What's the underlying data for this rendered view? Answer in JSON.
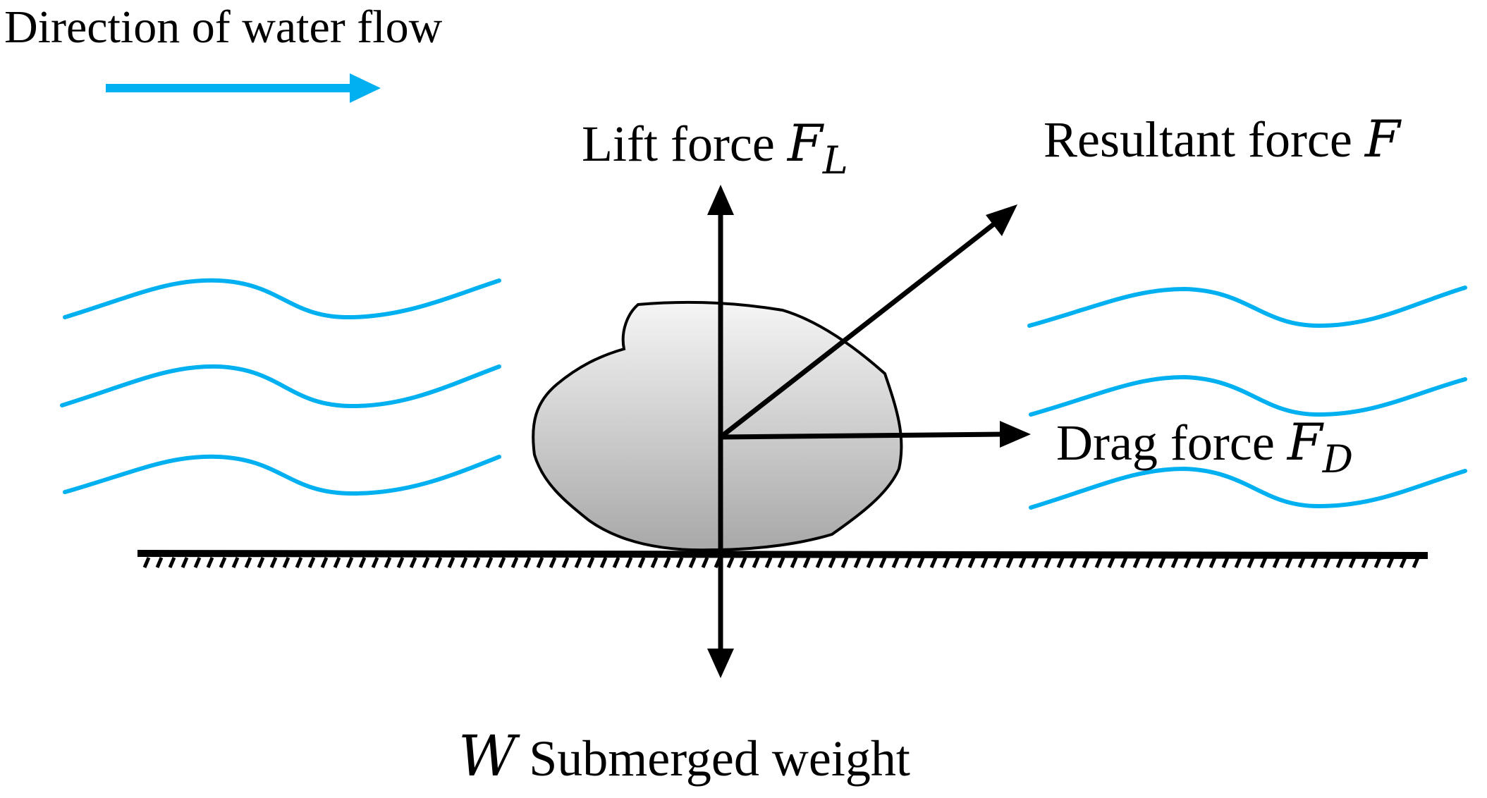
{
  "labels": {
    "flow_direction": "Direction of water flow",
    "lift_text": "Lift force ",
    "lift_symbol": "F",
    "lift_subscript": "L",
    "resultant_text": "Resultant force ",
    "resultant_symbol": "F",
    "drag_text": "Drag force ",
    "drag_symbol": "F",
    "drag_subscript": "D",
    "weight_symbol": "W",
    "weight_text": " Submerged weight"
  },
  "colors": {
    "water": "#00B0F0",
    "arrows": "#000000",
    "particle_fill_top": "#f4f4f4",
    "particle_fill_bottom": "#a9a9a9",
    "bed": "#000000"
  }
}
